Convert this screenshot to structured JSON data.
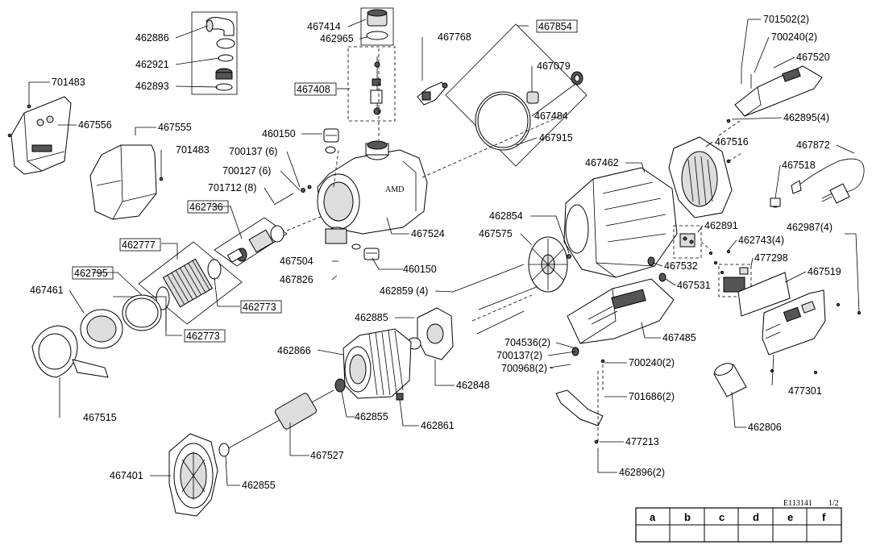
{
  "document_ref": "E113141",
  "page": "1/2",
  "grid_columns": [
    "a",
    "b",
    "c",
    "d",
    "e",
    "f"
  ],
  "parts": {
    "p701483_a": "701483",
    "p467556": "467556",
    "p467555": "467555",
    "p701483_b": "701483",
    "p462886": "462886",
    "p462921": "462921",
    "p462893": "462893",
    "p467414": "467414",
    "p462965": "462965",
    "p467768": "467768",
    "p467408": "467408",
    "p467854": "467854",
    "p467079": "467079",
    "p467484": "467484",
    "p467915": "467915",
    "p460150_a": "460150",
    "p700137_6": "700137 (6)",
    "p700127_6": "700127 (6)",
    "p701712_8": "701712 (8)",
    "p462736": "462736",
    "p467524": "467524",
    "p462777": "462777",
    "p462795": "462795",
    "p467461": "467461",
    "p462773_a": "462773",
    "p462773_b": "462773",
    "p467504": "467504",
    "p467826": "467826",
    "p460150_b": "460150",
    "p462859_4": "462859 (4)",
    "p467515": "467515",
    "p462885": "462885",
    "p462866": "462866",
    "p462848": "462848",
    "p462855_a": "462855",
    "p462861": "462861",
    "p467527": "467527",
    "p467401": "467401",
    "p462855_b": "462855",
    "p701502_2": "701502(2)",
    "p700240_2a": "700240(2)",
    "p467520": "467520",
    "p462895_4": "462895(4)",
    "p467516": "467516",
    "p467872": "467872",
    "p467462": "467462",
    "p467518": "467518",
    "p462854": "462854",
    "p467575": "467575",
    "p462891": "462891",
    "p462743_4": "462743(4)",
    "p462987_4": "462987(4)",
    "p477298": "477298",
    "p467519": "467519",
    "p467532": "467532",
    "p467531": "467531",
    "p467485": "467485",
    "p704536_2": "704536(2)",
    "p700137_2": "700137(2)",
    "p700968_2": "700968(2)",
    "p700240_2b": "700240(2)",
    "p701686_2": "701686(2)",
    "p477301": "477301",
    "p462806": "462806",
    "p477213": "477213",
    "p462896_2": "462896(2)"
  }
}
